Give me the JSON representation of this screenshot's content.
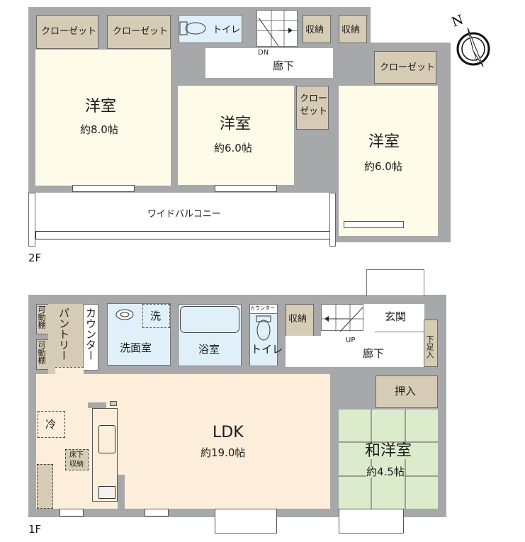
{
  "floors": {
    "second": {
      "label": "2F",
      "rooms": [
        {
          "id": "western-room-1",
          "name": "洋室",
          "size": "約8.0帖"
        },
        {
          "id": "western-room-2",
          "name": "洋室",
          "size": "約6.0帖"
        },
        {
          "id": "western-room-3",
          "name": "洋室",
          "size": "約6.0帖"
        }
      ],
      "closets": [
        "クローゼット",
        "クローゼット",
        "クローゼット"
      ],
      "small_closet": {
        "line1": "クロー",
        "line2": "ゼット"
      },
      "toilet": "トイレ",
      "storage": [
        "収納",
        "収納"
      ],
      "hallway": "廊下",
      "stairs_label": "DN",
      "balcony": "ワイドバルコニー"
    },
    "first": {
      "label": "1F",
      "ldk": {
        "name": "LDK",
        "size": "約19.0帖"
      },
      "japanese_room": {
        "name": "和洋室",
        "size": "約4.5帖"
      },
      "closet_oshiire": "押入",
      "pantry": "パントリー",
      "movable_shelf": [
        "可動棚",
        "可動棚"
      ],
      "counter": "カウンター",
      "washroom": "洗面室",
      "washer": "洗",
      "bathroom": "浴室",
      "toilet": "トイレ",
      "toilet_counter": "カウンター",
      "storage": "収納",
      "entrance": "玄関",
      "shoe_box": "下足入",
      "hallway": "廊下",
      "stairs_label": "UP",
      "fridge": "冷",
      "underfloor_storage": {
        "line1": "床下",
        "line2": "収納"
      }
    }
  },
  "compass": {
    "label": "N",
    "icon": "compass-north-icon"
  },
  "colors": {
    "wall": "#a7a8aa",
    "western_room": "#fefbe9",
    "closet": "#d6ccb6",
    "wet_area": "#e0f0fa",
    "ldk": "#fdeedb",
    "tatami": "#dcebcc"
  }
}
